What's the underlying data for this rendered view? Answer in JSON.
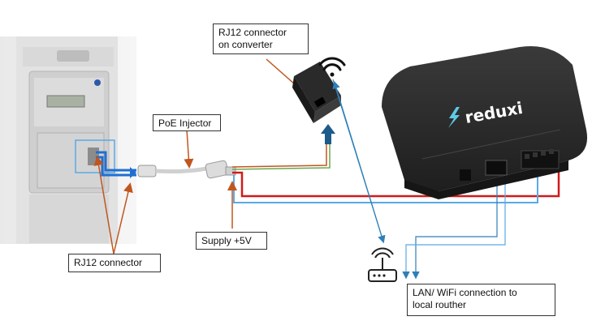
{
  "labels": {
    "rj12_converter": [
      "RJ12 connector",
      "on converter"
    ],
    "poe_injector": "PoE Injector",
    "supply": "Supply +5V",
    "rj12_connector": "RJ12 connector",
    "lan": [
      "LAN/ WiFi connection to",
      "local routher"
    ]
  },
  "device": {
    "brand": "reduxi"
  },
  "colors": {
    "power_wire": "#d21a1a",
    "data_wire": "#5aa9e6",
    "annotation_arrow": "#c0561e",
    "network_arrow": "#2f7fb8",
    "meter_highlight": "#1f6fd1",
    "device_body": "#2b2b2b",
    "logo_accent": "#5ec8e8"
  },
  "icons": [
    "wifi-icon",
    "router-icon",
    "lightning-icon",
    "up-arrow-icon"
  ]
}
